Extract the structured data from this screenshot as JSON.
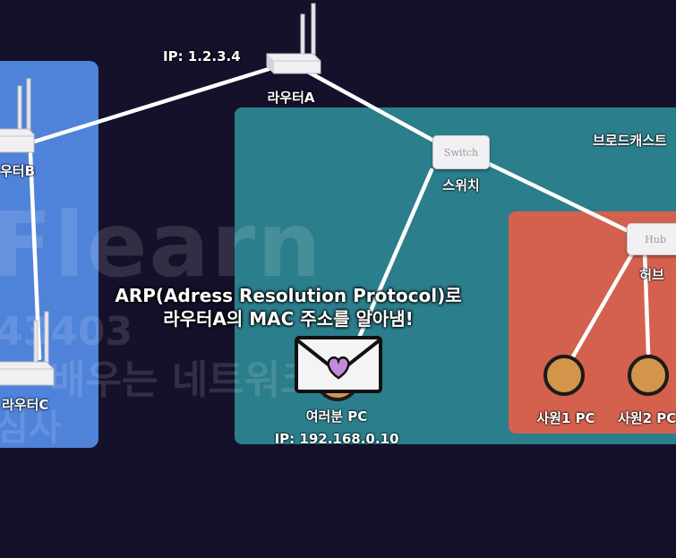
{
  "colors": {
    "background": "#14112a",
    "panel_left": "#4f82d9",
    "panel_broadcast": "#2b7e8c",
    "panel_hub": "#d4604e",
    "link": "#ffffff",
    "pc_node": "#d2954a"
  },
  "nodes": {
    "router_a": {
      "label": "라우터A",
      "ip": "IP: 1.2.3.4",
      "icon": "router-icon"
    },
    "router_b": {
      "label": "우터B",
      "icon": "router-icon"
    },
    "router_c": {
      "label": "라우터C",
      "icon": "router-icon"
    },
    "switch": {
      "label": "스위치",
      "device_text": "Switch",
      "icon": "switch-icon"
    },
    "hub": {
      "label": "허브",
      "device_text": "Hub",
      "icon": "hub-icon"
    },
    "my_pc": {
      "label": "여러분 PC",
      "ip": "IP: 192.168.0.10"
    },
    "employee1_pc": {
      "label": "사원1 PC"
    },
    "employee2_pc": {
      "label": "사원2 PC"
    }
  },
  "areas": {
    "broadcast_label": "브로드캐스트"
  },
  "caption": {
    "line1": "ARP(Adress Resolution Protocol)로",
    "line2": "라우터A의 MAC 주소를 알아냄!"
  },
  "message": {
    "icon": "envelope-heart-icon"
  },
  "watermark": {
    "brand": "Flearn",
    "number": "43403",
    "course": "배우는 네트워크",
    "name": "심사"
  }
}
